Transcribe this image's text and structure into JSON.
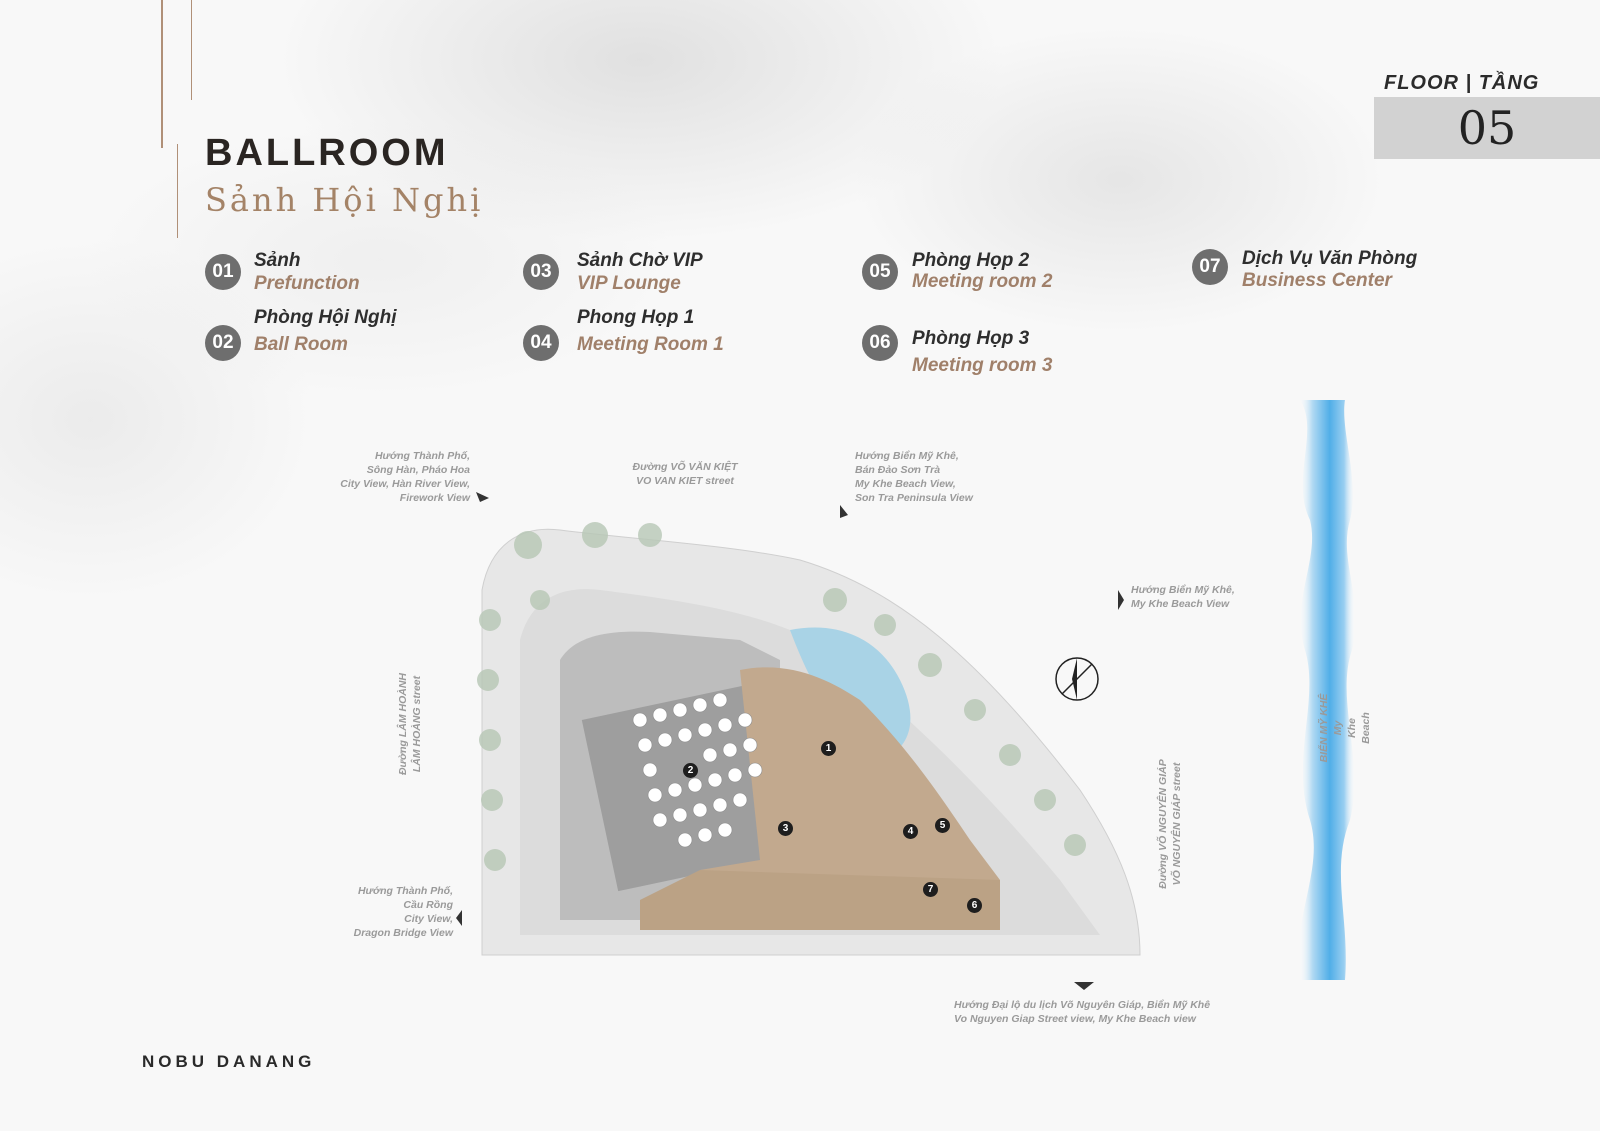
{
  "header": {
    "title": "BALLROOM",
    "subtitle": "Sảnh Hội Nghị",
    "floor_label": "FLOOR | TẦNG",
    "floor_number": "05"
  },
  "legend": [
    {
      "num": "01",
      "vn": "Sảnh",
      "en": "Prefunction"
    },
    {
      "num": "02",
      "vn": "Phòng Hội Nghị",
      "en": "Ball Room"
    },
    {
      "num": "03",
      "vn": "Sảnh Chờ VIP",
      "en": "VIP Lounge"
    },
    {
      "num": "04",
      "vn": "Phong Họp 1",
      "en": "Meeting Room 1"
    },
    {
      "num": "05",
      "vn": "Phòng Họp 2",
      "en": "Meeting room 2"
    },
    {
      "num": "06",
      "vn": "Phòng Họp 3",
      "en": "Meeting room 3"
    },
    {
      "num": "07",
      "vn": "Dịch Vụ Văn Phòng",
      "en": "Business Center"
    }
  ],
  "map": {
    "view_city_top": [
      "Hướng Thành Phố,",
      "Sông Hàn, Pháo Hoa",
      "City View, Hàn River View,",
      "Firework View"
    ],
    "street_top": [
      "Đường VÕ VĂN KIỆT",
      "VO VAN KIET street"
    ],
    "view_beach_top": [
      "Hướng Biển Mỹ Khê,",
      "Bán Đảo Sơn Trà",
      "My Khe Beach View,",
      "Son Tra Peninsula View"
    ],
    "view_beach_right": [
      "Hướng Biển Mỹ Khê,",
      "My Khe Beach View"
    ],
    "street_left": [
      "Đường LÂM HOÀNH",
      "LÂM HOÀNG street"
    ],
    "street_right": [
      "Đường VÕ NGUYÊN GIÁP",
      "VÕ NGUYÊN GIÁP street"
    ],
    "view_city_bottom": [
      "Hướng Thành Phố,",
      "Cầu Rồng",
      "City View,",
      "Dragon Bridge View"
    ],
    "view_bottom": [
      "Hướng Đại lộ du lịch Võ Nguyên Giáp, Biển Mỹ Khê",
      "Vo Nguyen Giap Street view, My Khe Beach view"
    ],
    "sea_label": [
      "BIỂN MỸ KHÊ",
      "My",
      "Khe",
      "Beach"
    ],
    "markers": [
      "1",
      "2",
      "3",
      "4",
      "5",
      "6",
      "7"
    ]
  },
  "footer": {
    "brand": "NOBU DANANG"
  },
  "colors": {
    "accent": "#a0806a",
    "badge": "#6e6e6e",
    "floor_box": "#d2d2d2",
    "sea": "#5db3e6"
  }
}
